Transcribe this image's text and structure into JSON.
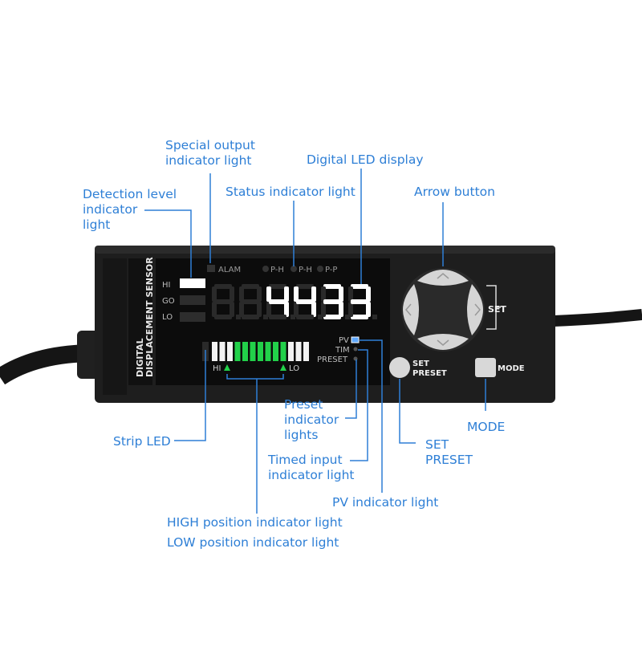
{
  "device": {
    "side_label_line1": "DIGITAL",
    "side_label_line2": "DISPLACEMENT SENSOR",
    "level_labels": [
      "HI",
      "GO",
      "LO"
    ],
    "alarm_label": "ALAM",
    "status_labels": [
      "P-H",
      "P-H",
      "P-P"
    ],
    "display_value": "4433",
    "strip_hi_label": "HI",
    "strip_lo_label": "LO",
    "pv_label": "PV",
    "tim_label": "TIM",
    "preset_label": "PRESET",
    "set_bracket_label": "SET",
    "set_preset_line1": "SET",
    "set_preset_line2": "PRESET",
    "mode_label": "MODE",
    "strip_segments": [
      "white",
      "white",
      "white",
      "green",
      "green",
      "green",
      "green",
      "green",
      "green",
      "green",
      "white",
      "white",
      "white"
    ]
  },
  "callouts": {
    "special_output": "Special output\nindicator light",
    "detection_level": "Detection level\nindicator\nlight",
    "status_indicator": "Status indicator light",
    "digital_led": "Digital LED display",
    "arrow_button": "Arrow button",
    "preset_indicator": "Preset\nindicator\nlights",
    "strip_led": "Strip LED",
    "timed_input": "Timed input\nindicator light",
    "set_preset": "SET\nPRESET",
    "mode": "MODE",
    "pv_indicator": "PV indicator light",
    "high_low_line1": "HIGH position indicator light",
    "high_low_line2": "LOW position indicator light"
  },
  "colors": {
    "callout_blue": "#2e7fd6",
    "body_dark": "#1c1c1c",
    "panel": "#0e0e0e",
    "segment_on": "#ffffff",
    "segment_off": "#2a2a2a",
    "strip_green": "#22d14a",
    "button_grey": "#d8d8d8"
  }
}
